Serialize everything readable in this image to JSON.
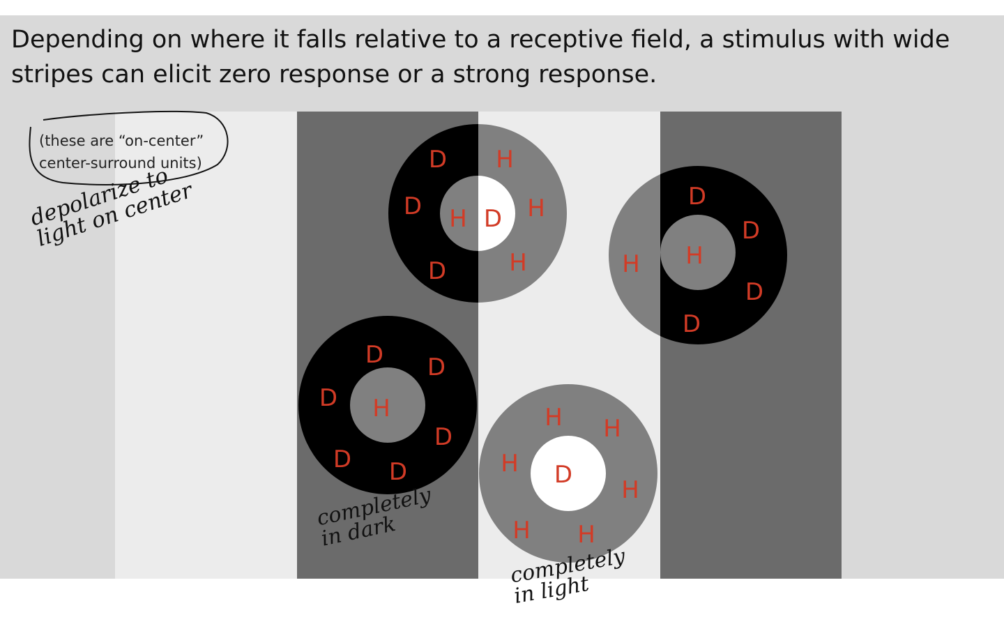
{
  "title": "Depending on where it falls relative to a receptive field, a stimulus with wide stripes can elicit zero response or a strong response.",
  "boxed_note": "(these are “on-center” center-surround units)",
  "annotations": {
    "depolarize": "depolarize to light on center",
    "completely_dark": "completely in dark",
    "completely_light": "completely in light"
  },
  "labels": {
    "depolarize": "D",
    "hyperpolarize": "H"
  },
  "colors": {
    "slide_bg": "#d9d9d9",
    "light_stripe": "#ececec",
    "dark_stripe": "#6b6b6b",
    "surround_black": "#000000",
    "surround_gray": "#808080",
    "center_white": "#ffffff",
    "center_gray": "#808080",
    "mark_red": "#d23b26"
  }
}
